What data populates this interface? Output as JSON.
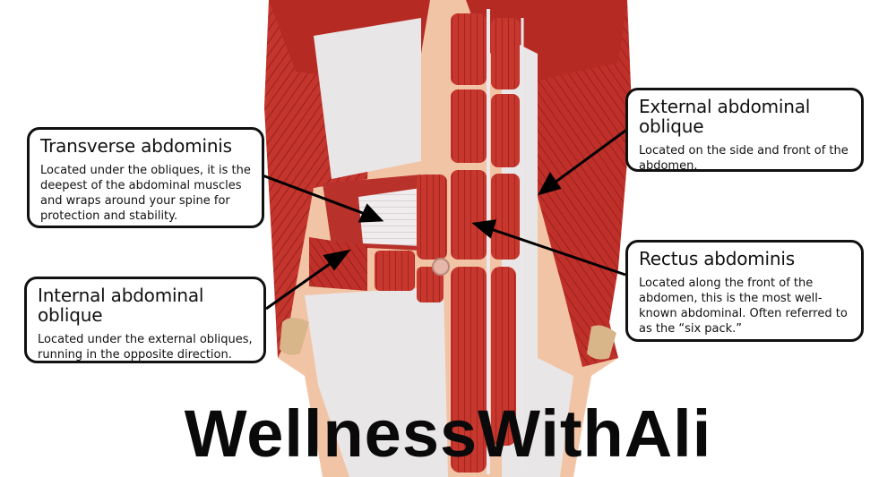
{
  "colors": {
    "muscle": "#c0302a",
    "muscle_dark": "#8e1c18",
    "muscle_light": "#d9544a",
    "fascia": "#e9e6e8",
    "skin": "#f2c4a6",
    "outline": "#111111",
    "watermark": "#0a0a0a"
  },
  "callouts": {
    "transverse": {
      "title": "Transverse abdominis",
      "body": "Located under the obliques, it is the deepest of the abdominal muscles and wraps around your spine for protection and stability."
    },
    "internal": {
      "title": "Internal abdominal oblique",
      "body": "Located under the external obliques, running in the opposite direction."
    },
    "external": {
      "title": "External abdominal oblique",
      "body": "Located on the side and front of the abdomen."
    },
    "rectus": {
      "title": "Rectus abdominis",
      "body": "Located along the front of the abdomen, this is the most well-known abdominal. Often referred to as the “six pack.”"
    }
  },
  "watermark": "WellnessWithAli"
}
